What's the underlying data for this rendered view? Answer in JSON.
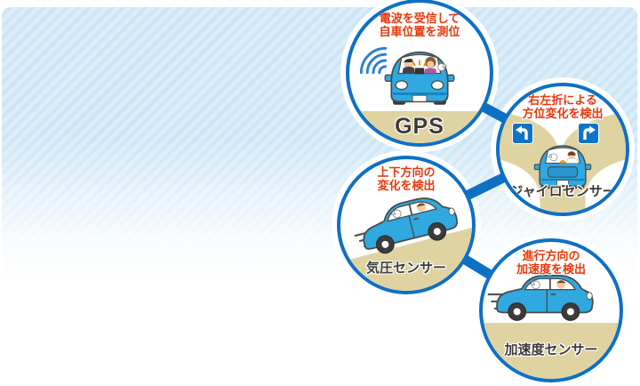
{
  "sensors": [
    {
      "id": "gps",
      "caption": [
        "電波を受信して",
        "自車位置を測位"
      ],
      "label": "GPS"
    },
    {
      "id": "gyro",
      "caption": [
        "右左折による",
        "方位変化を検出"
      ],
      "label": "ジャイロセンサー"
    },
    {
      "id": "barometric",
      "caption": [
        "上下方向の",
        "変化を検出"
      ],
      "label": "気圧センサー"
    },
    {
      "id": "accelerometer",
      "caption": [
        "進行方向の",
        "加速度を検出"
      ],
      "label": "加速度センサー"
    }
  ],
  "colors": {
    "circle_border": "#0E70C4",
    "connector": "#0E70C4",
    "caption_red": "#E8380D",
    "label_dark": "#3F3B3A",
    "ground_beige": "#DFD3A2",
    "car_body_blue": "#2FA9E0",
    "car_trim_blue": "#1580BE",
    "stripe_light": "#DAEDF9",
    "stripe_dark": "#CDE5F4",
    "sign_blue": "#1173C6",
    "wave_blue": "#2D7FD2"
  }
}
